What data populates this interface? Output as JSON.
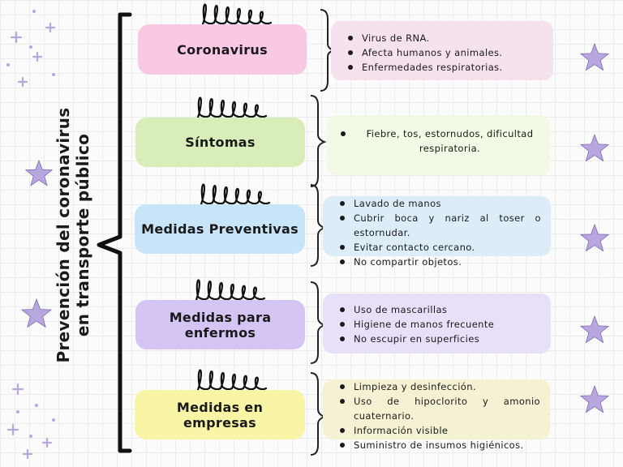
{
  "title_lines": [
    "Prevención del coronavirus",
    "en transporte público"
  ],
  "colors": {
    "pink": "#f9c9e4",
    "pink_light": "#f6e2ef",
    "green": "#d8edb8",
    "green_light": "#f2f9e5",
    "blue": "#c7e4f8",
    "blue_light": "#dcedf7",
    "purple": "#d5c5f5",
    "purple_light": "#e8e0f8",
    "yellow": "#f8f5a6",
    "yellow_light": "#f4f2d2",
    "star": "#b8a6df"
  },
  "topics": [
    {
      "title_lines": [
        "Coronavirus"
      ],
      "items": [
        "Virus de RNA.",
        "Afecta humanos y animales.",
        "Enfermedades respiratorias."
      ]
    },
    {
      "title_lines": [
        "Síntomas"
      ],
      "items": [
        "Fiebre, tos, estornudos, dificultad respiratoria."
      ]
    },
    {
      "title_lines": [
        "Medidas Preventivas"
      ],
      "items": [
        "Lavado de manos",
        "Cubrir boca y nariz al toser o estornudar.",
        "Evitar contacto cercano.",
        "No compartir objetos."
      ]
    },
    {
      "title_lines": [
        "Medidas para",
        "enfermos"
      ],
      "items": [
        "Uso de mascarillas",
        "Higiene de manos frecuente",
        "No escupir en superficies"
      ]
    },
    {
      "title_lines": [
        "Medidas en",
        "empresas"
      ],
      "items": [
        "Limpieza y desinfección.",
        "Uso de hipoclorito y amonio cuaternario.",
        "Información visible",
        "Suministro de insumos higiénicos."
      ]
    }
  ]
}
